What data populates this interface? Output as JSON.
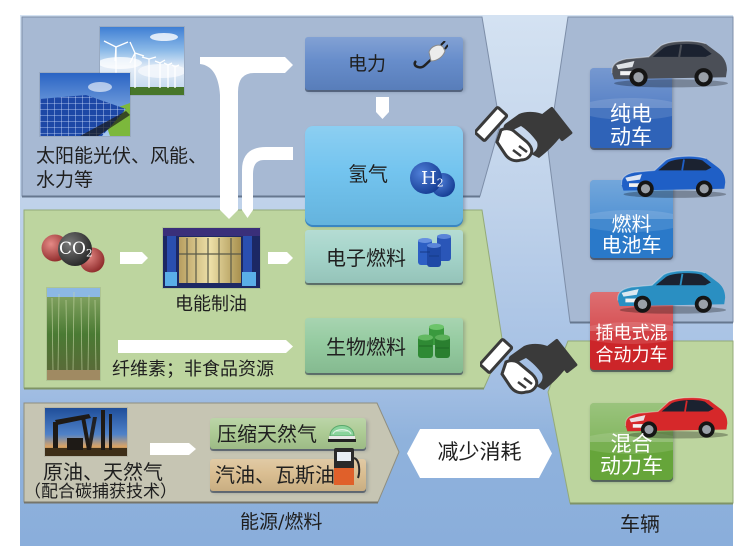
{
  "renewables": {
    "line1": "太阳能光伏、风能、",
    "line2": "水力等"
  },
  "electricity": {
    "label": "电力",
    "icon": "plug-icon"
  },
  "hydrogen": {
    "label": "氢气",
    "formula": "H",
    "subscript": "2",
    "icon": "h2-molecule-icon"
  },
  "co2": {
    "formula": "CO",
    "subscript": "2",
    "icon": "co2-molecule-icon"
  },
  "power_to_liquid": {
    "label": "电能制油"
  },
  "efuel": {
    "label": "电子燃料",
    "icon": "blue-barrels-icon"
  },
  "biomass": {
    "label": "纤维素；非食品资源"
  },
  "biofuel": {
    "label": "生物燃料",
    "icon": "green-barrels-icon"
  },
  "fossil": {
    "line1": "原油、天然气",
    "line2": "（配合碳捕获技术）"
  },
  "cng": {
    "label": "压缩天然气",
    "icon": "gas-tank-icon"
  },
  "petrol": {
    "label": "汽油、瓦斯油",
    "icon": "fuel-pump-icon"
  },
  "reduce": {
    "label": "减少消耗"
  },
  "vehicles": [
    {
      "line1": "纯电",
      "line2": "动车",
      "color": "#2f63b8",
      "car_color": "#4b4f57"
    },
    {
      "line1": "燃料",
      "line2": "电池车",
      "color": "#2a79c9",
      "car_color": "#1f5fc6"
    },
    {
      "line1": "插电式混",
      "line2": "合动力车",
      "color": "#cc2529",
      "car_color": "#2a8fc2"
    },
    {
      "line1": "混合",
      "line2": "动力车",
      "color": "#66a53a",
      "car_color": "#d6282a"
    }
  ],
  "footer": {
    "energy_label": "能源/燃料",
    "vehicle_label": "车辆"
  },
  "colors": {
    "electricity_box": "#5f87c8",
    "hydrogen_box": "#6cc1ee",
    "efuel_box": "#a0d2c7",
    "biofuel_box": "#8fc89b",
    "cng_box": "#a9c990",
    "petrol_box": "#d8bb8c",
    "renewables_panel": "#a7b9d3",
    "synthetic_panel": "#bdd59f",
    "fossil_panel": "#c6c5b3",
    "vehicle_panel": "#a7b9d3",
    "hybrid_panel": "#bdd59f"
  }
}
